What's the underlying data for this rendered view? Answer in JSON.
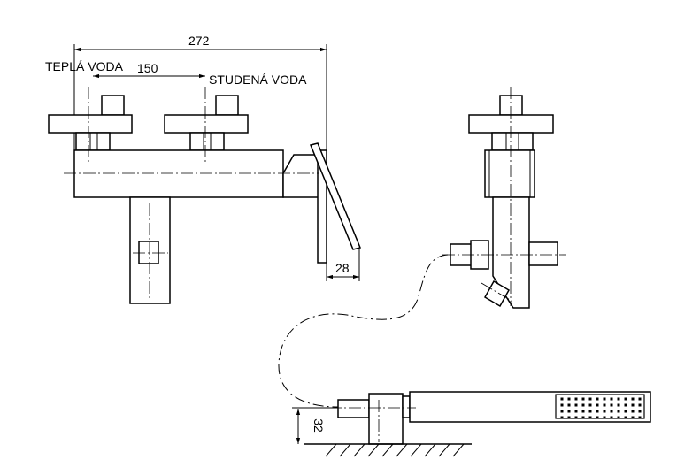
{
  "labels": {
    "warm_water": "TEPLÁ VODA",
    "cold_water": "STUDENÁ VODA"
  },
  "dimensions": {
    "overall_width": "272",
    "inlet_spacing": "150",
    "handle_offset": "28",
    "shower_height": "32"
  }
}
